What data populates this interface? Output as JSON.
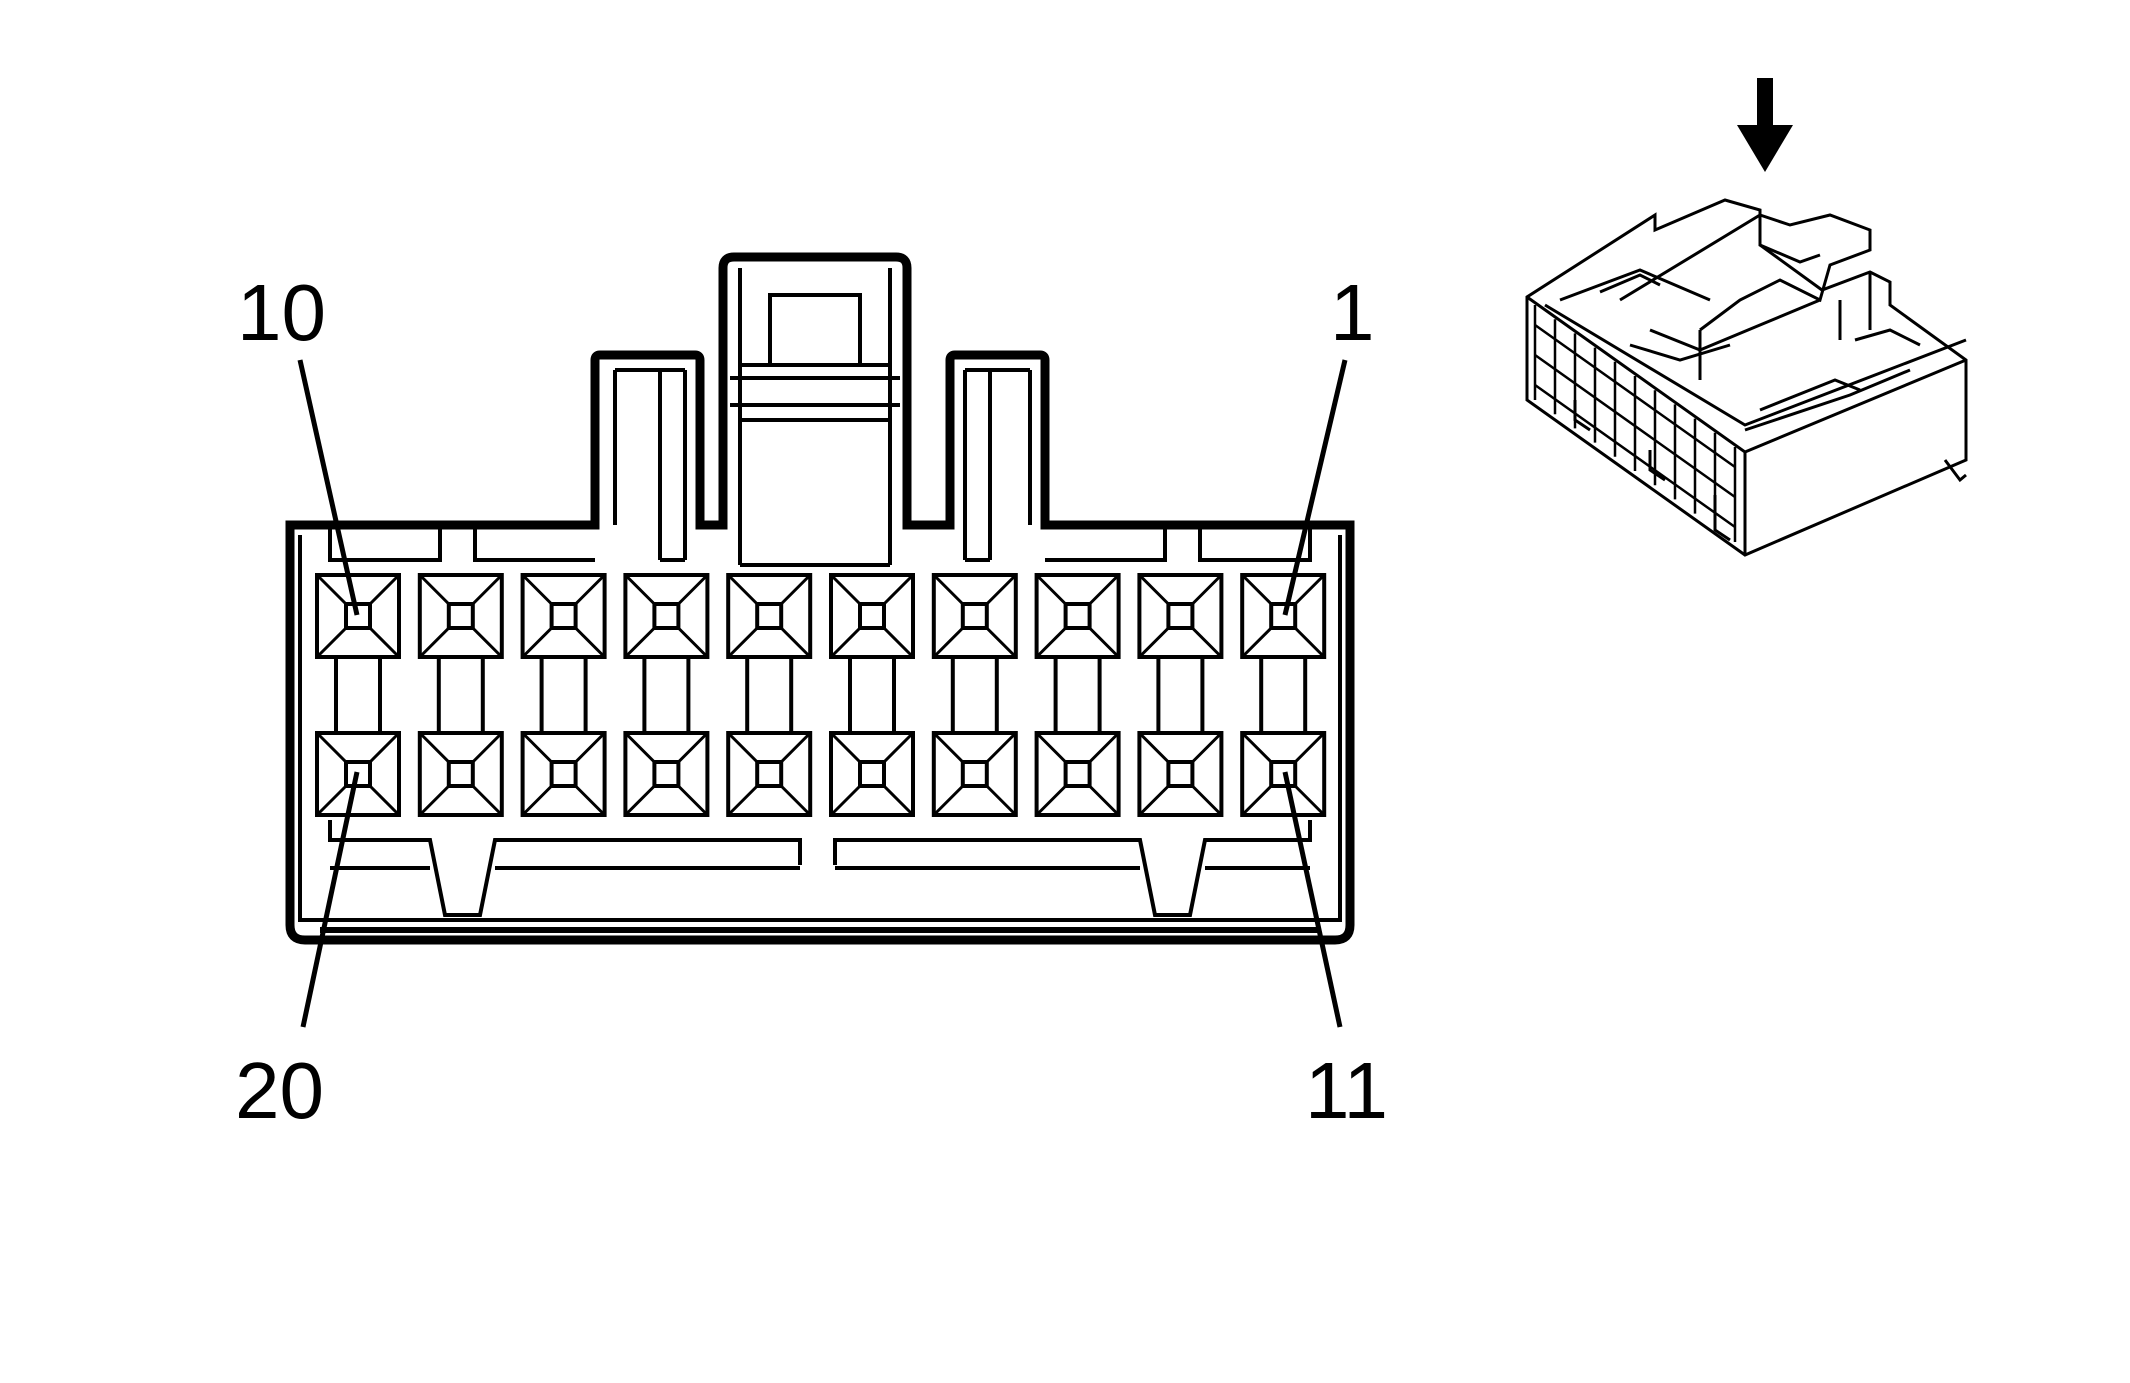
{
  "labels": {
    "pin_top_left": "10",
    "pin_top_right": "1",
    "pin_bottom_left": "20",
    "pin_bottom_right": "11"
  },
  "connector": {
    "pins_per_row": 10,
    "rows": 2
  },
  "colors": {
    "line": "#000000",
    "background": "#ffffff"
  }
}
